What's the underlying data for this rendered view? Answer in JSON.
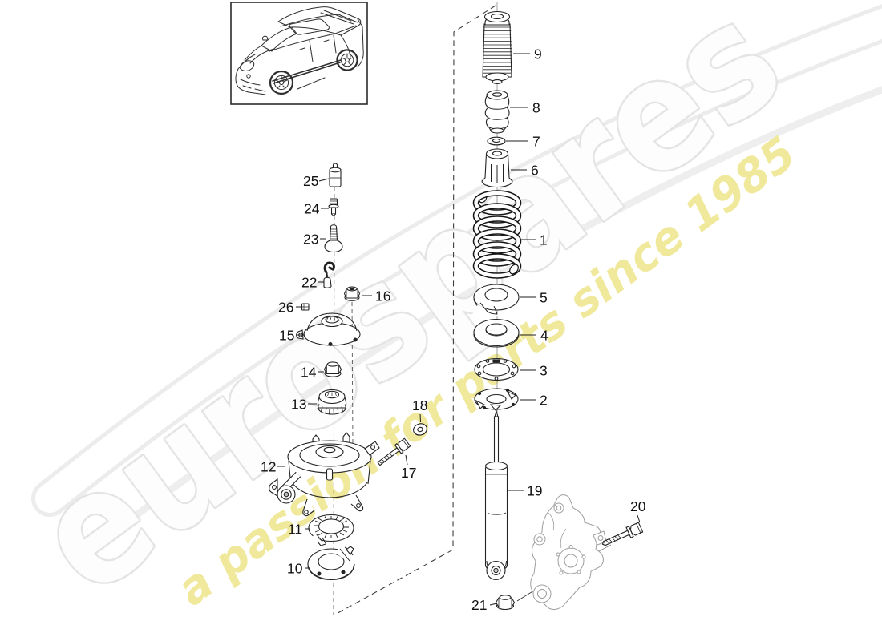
{
  "watermark": {
    "brand": "eurospares",
    "tagline": "a passion for parts since 1985"
  },
  "colors": {
    "brand_fill": "#fdfdfd",
    "brand_stroke": "#e4e4e4",
    "tagline": "#efe793",
    "swoosh": "#ececec",
    "diagram_line": "#222222",
    "knuckle_line": "#9e9e9e"
  },
  "callouts": {
    "p1": "1",
    "p2": "2",
    "p3": "3",
    "p4": "4",
    "p5": "5",
    "p6": "6",
    "p7": "7",
    "p8": "8",
    "p9": "9",
    "p10": "10",
    "p11": "11",
    "p12": "12",
    "p13": "13",
    "p14": "14",
    "p15": "15",
    "p16": "16",
    "p17": "17",
    "p18": "18",
    "p19": "19",
    "p20": "20",
    "p21": "21",
    "p22": "22",
    "p23": "23",
    "p24": "24",
    "p25": "25",
    "p26": "26"
  }
}
